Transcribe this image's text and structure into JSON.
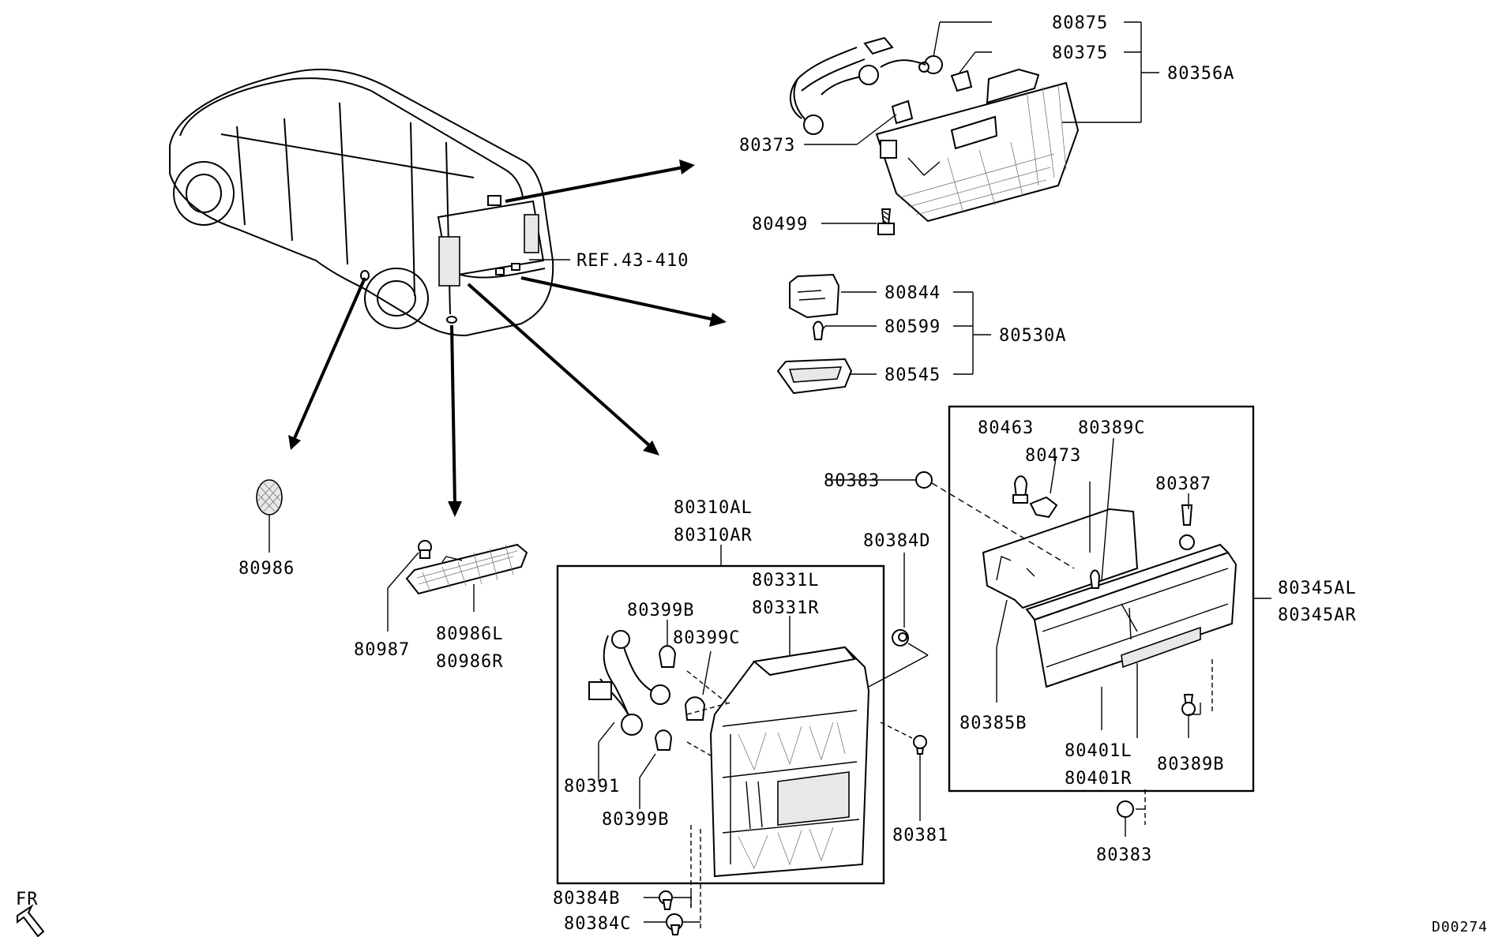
{
  "labels": {
    "l80875": "80875",
    "l80375": "80375",
    "l80356A": "80356A",
    "l80373": "80373",
    "l80499": "80499",
    "lREF": "REF.43-410",
    "l80844": "80844",
    "l80599": "80599",
    "l80530A": "80530A",
    "l80545": "80545",
    "l80463": "80463",
    "l80389C": "80389C",
    "l80473": "80473",
    "l80383a": "80383",
    "l80387": "80387",
    "l80384D": "80384D",
    "l80345AL": "80345AL",
    "l80345AR": "80345AR",
    "l80310AL": "80310AL",
    "l80310AR": "80310AR",
    "l80331L": "80331L",
    "l80331R": "80331R",
    "l80399B1": "80399B",
    "l80399C": "80399C",
    "l80391": "80391",
    "l80399B2": "80399B",
    "l80381": "80381",
    "l80385B": "80385B",
    "l80401L": "80401L",
    "l80401R": "80401R",
    "l80389B": "80389B",
    "l80383b": "80383",
    "l80986": "80986",
    "l80987": "80987",
    "l80986L": "80986L",
    "l80986R": "80986R",
    "l80384B": "80384B",
    "l80384C": "80384C",
    "fr": "FR",
    "code": "D00274"
  }
}
